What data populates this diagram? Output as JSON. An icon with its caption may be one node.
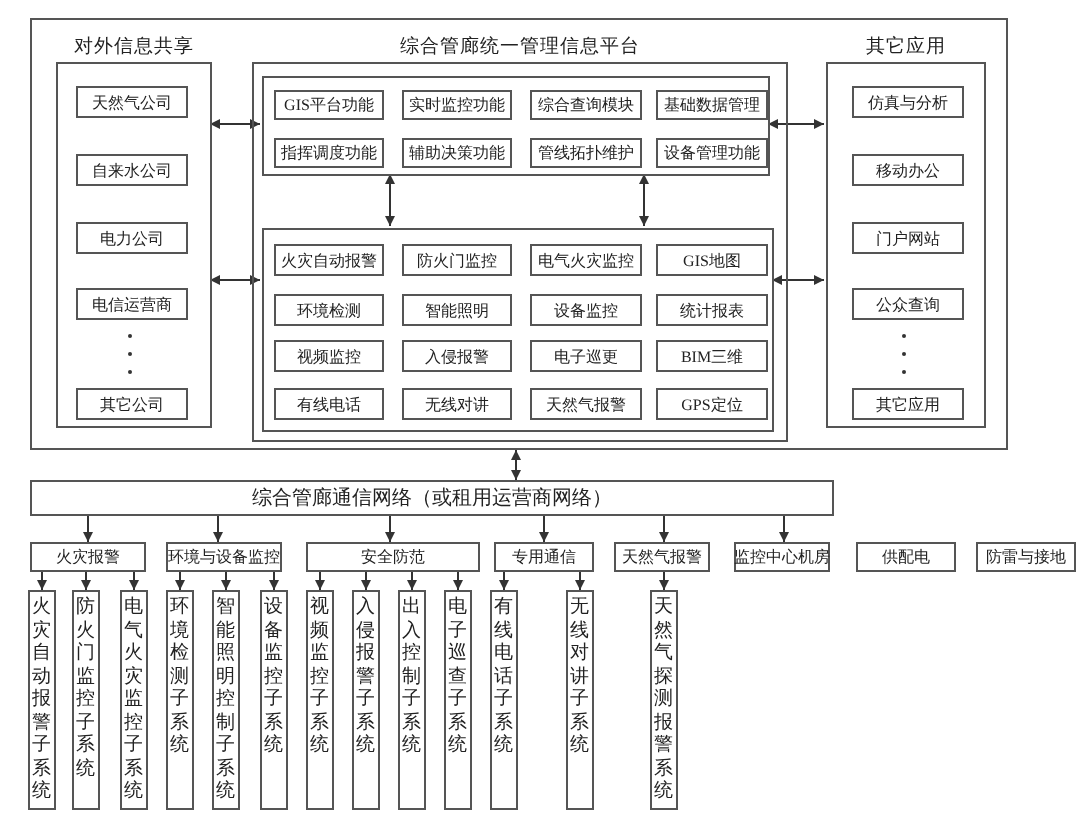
{
  "diagram": {
    "nodes": [
      {
        "text": [],
        "shape": "box"
      },
      {
        "text": [
          "对外信息共享"
        ],
        "in": 0
      },
      {
        "text": [
          "天然气公司"
        ],
        "in": 1
      },
      {
        "text": [
          "自来水公司"
        ],
        "in": 1
      },
      {
        "text": [
          "电力公司"
        ],
        "in": 1
      },
      {
        "text": [
          "电信运营商"
        ],
        "in": 1
      },
      {
        "text": [
          "其它公司"
        ],
        "in": 1
      },
      {
        "text": [
          "综合管廊统一管理信息平台"
        ],
        "in": 0
      },
      {
        "text": [],
        "shape": "box",
        "in": 7
      },
      {
        "text": [
          "GIS平台功能"
        ],
        "in": 8
      },
      {
        "text": [
          "实时监控功能"
        ],
        "in": 8
      },
      {
        "text": [
          "综合查询模块"
        ],
        "in": 8
      },
      {
        "text": [
          "基础数据管理"
        ],
        "in": 8
      },
      {
        "text": [
          "指挥调度功能"
        ],
        "in": 8
      },
      {
        "text": [
          "辅助决策功能"
        ],
        "in": 8
      },
      {
        "text": [
          "管线拓扑维护"
        ],
        "in": 8
      },
      {
        "text": [
          "设备管理功能"
        ],
        "in": 8
      },
      {
        "text": [],
        "shape": "box",
        "in": 7
      },
      {
        "text": [
          "火灾自动报警"
        ],
        "in": 17
      },
      {
        "text": [
          "防火门监控"
        ],
        "in": 17
      },
      {
        "text": [
          "电气火灾监控"
        ],
        "in": 17
      },
      {
        "text": [
          "GIS地图"
        ],
        "in": 17
      },
      {
        "text": [
          "环境检测"
        ],
        "in": 17
      },
      {
        "text": [
          "智能照明"
        ],
        "in": 17
      },
      {
        "text": [
          "设备监控"
        ],
        "in": 17
      },
      {
        "text": [
          "统计报表"
        ],
        "in": 17
      },
      {
        "text": [
          "视频监控"
        ],
        "in": 17
      },
      {
        "text": [
          "入侵报警"
        ],
        "in": 17
      },
      {
        "text": [
          "电子巡更"
        ],
        "in": 17
      },
      {
        "text": [
          "BIM三维"
        ],
        "in": 17
      },
      {
        "text": [
          "有线电话"
        ],
        "in": 17
      },
      {
        "text": [
          "无线对讲"
        ],
        "in": 17
      },
      {
        "text": [
          "天然气报警"
        ],
        "in": 17
      },
      {
        "text": [
          "GPS定位"
        ],
        "in": 17
      },
      {
        "text": [
          "其它应用"
        ],
        "in": 0
      },
      {
        "text": [
          "仿真与分析"
        ],
        "in": 34
      },
      {
        "text": [
          "移动办公"
        ],
        "in": 34
      },
      {
        "text": [
          "门户网站"
        ],
        "in": 34
      },
      {
        "text": [
          "公众查询"
        ],
        "in": 34
      },
      {
        "text": [
          "其它应用"
        ],
        "in": 34
      },
      {
        "text": [
          "综合管廊通信网络（或租用运营商网络）"
        ]
      },
      {
        "text": [
          "火灾报警"
        ]
      },
      {
        "text": [
          "环境与设备监控"
        ]
      },
      {
        "text": [
          "安全防范"
        ]
      },
      {
        "text": [
          "专用通信"
        ]
      },
      {
        "text": [
          "天然气报警"
        ]
      },
      {
        "text": [
          "监控中心机房"
        ]
      },
      {
        "text": [
          "供配电"
        ]
      },
      {
        "text": [
          "防雷与接地"
        ]
      },
      {
        "text": [
          "火灾自动报警子系统"
        ]
      },
      {
        "text": [
          "防火门监控子系统"
        ]
      },
      {
        "text": [
          "电气火灾监控子系统"
        ]
      },
      {
        "text": [
          "环境检测子系统"
        ]
      },
      {
        "text": [
          "智能照明控制子系统"
        ]
      },
      {
        "text": [
          "设备监控子系统"
        ]
      },
      {
        "text": [
          "视频监控子系统"
        ]
      },
      {
        "text": [
          "入侵报警子系统"
        ]
      },
      {
        "text": [
          "出入控制子系统"
        ]
      },
      {
        "text": [
          "电子巡查子系统"
        ]
      },
      {
        "text": [
          "有线电话子系统"
        ]
      },
      {
        "text": [
          "无线对讲子系统"
        ]
      },
      {
        "text": [
          "天然气探测报警系统"
        ]
      }
    ],
    "edges": [
      {
        "from": 1,
        "to": 8,
        "arrow": "both"
      },
      {
        "from": 1,
        "to": 17,
        "arrow": "both"
      },
      {
        "from": 8,
        "to": 34,
        "arrow": "both"
      },
      {
        "from": 17,
        "to": 34,
        "arrow": "both"
      },
      {
        "from": 8,
        "to": 17,
        "arrow": "both"
      },
      {
        "from": 8,
        "to": 17,
        "arrow": "both"
      },
      {
        "from": 0,
        "to": 40,
        "arrow": "both"
      },
      {
        "from": 40,
        "to": 41,
        "arrow": "to"
      },
      {
        "from": 40,
        "to": 42,
        "arrow": "to"
      },
      {
        "from": 40,
        "to": 43,
        "arrow": "to"
      },
      {
        "from": 40,
        "to": 44,
        "arrow": "to"
      },
      {
        "from": 40,
        "to": 45,
        "arrow": "to"
      },
      {
        "from": 40,
        "to": 46,
        "arrow": "to"
      },
      {
        "from": 41,
        "to": 49,
        "arrow": "to"
      },
      {
        "from": 41,
        "to": 50,
        "arrow": "to"
      },
      {
        "from": 41,
        "to": 51,
        "arrow": "to"
      },
      {
        "from": 42,
        "to": 52,
        "arrow": "to"
      },
      {
        "from": 42,
        "to": 53,
        "arrow": "to"
      },
      {
        "from": 42,
        "to": 54,
        "arrow": "to"
      },
      {
        "from": 43,
        "to": 55,
        "arrow": "to"
      },
      {
        "from": 43,
        "to": 56,
        "arrow": "to"
      },
      {
        "from": 43,
        "to": 57,
        "arrow": "to"
      },
      {
        "from": 43,
        "to": 58,
        "arrow": "to"
      },
      {
        "from": 44,
        "to": 59,
        "arrow": "to"
      },
      {
        "from": 44,
        "to": 60,
        "arrow": "to"
      },
      {
        "from": 45,
        "to": 61,
        "arrow": "to"
      }
    ]
  }
}
